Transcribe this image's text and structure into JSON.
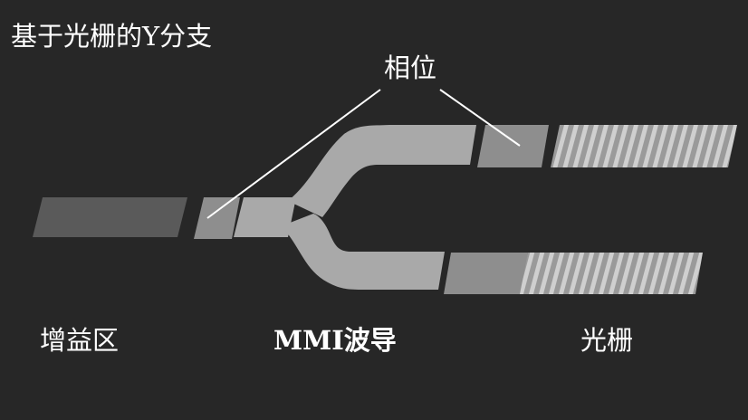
{
  "title": "基于光栅的Y分支",
  "labels": {
    "phase": "相位",
    "gain": "增益区",
    "mmi": "MMI波导",
    "grating": "光栅"
  },
  "colors": {
    "background": "#272727",
    "gain_region": "#5a5a5a",
    "phase_section": "#8e8e8e",
    "waveguide": "#a9a9a9",
    "grating_light": "#cfcfcf",
    "grating_dark": "#9a9a9a",
    "leader_line": "#ffffff",
    "text": "#ffffff"
  }
}
